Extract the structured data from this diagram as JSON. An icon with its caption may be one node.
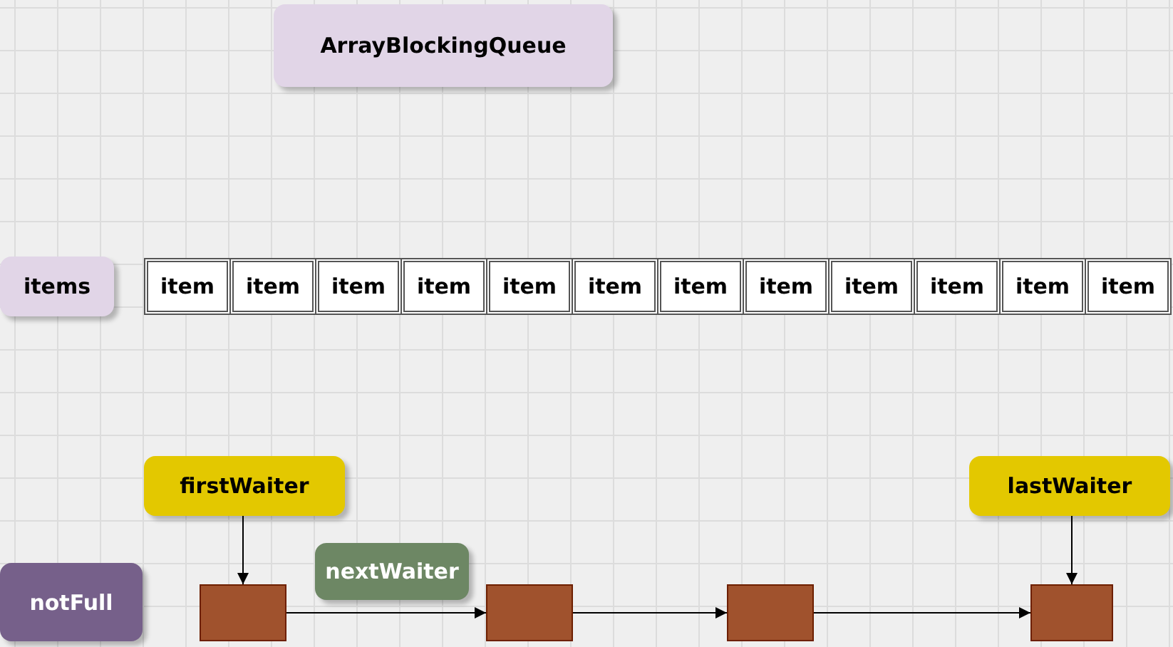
{
  "diagram": {
    "nodes": [
      {
        "text": [
          "ArrayBlockingQueue"
        ]
      },
      {
        "text": [
          "items"
        ]
      },
      {
        "text": [
          "item"
        ]
      },
      {
        "text": [
          "item"
        ]
      },
      {
        "text": [
          "item"
        ]
      },
      {
        "text": [
          "item"
        ]
      },
      {
        "text": [
          "item"
        ]
      },
      {
        "text": [
          "item"
        ]
      },
      {
        "text": [
          "item"
        ]
      },
      {
        "text": [
          "item"
        ]
      },
      {
        "text": [
          "item"
        ]
      },
      {
        "text": [
          "item"
        ]
      },
      {
        "text": [
          "item"
        ]
      },
      {
        "text": [
          "item"
        ]
      },
      {
        "text": [
          "firstWaiter"
        ]
      },
      {
        "text": [
          "lastWaiter"
        ]
      },
      {
        "text": [
          "nextWaiter"
        ]
      },
      {
        "text": [
          "notFull"
        ]
      },
      {
        "text": [],
        "shape": "box"
      },
      {
        "text": [],
        "shape": "box"
      },
      {
        "text": [],
        "shape": "box"
      },
      {
        "text": [],
        "shape": "box"
      }
    ],
    "edges": [
      {
        "from": 14,
        "to": 18,
        "arrow": "to"
      },
      {
        "from": 15,
        "to": 21,
        "arrow": "to"
      },
      {
        "from": 18,
        "to": 19,
        "arrow": "to"
      },
      {
        "from": 19,
        "to": 20,
        "arrow": "to"
      },
      {
        "from": 20,
        "to": 21,
        "arrow": "to"
      }
    ]
  }
}
